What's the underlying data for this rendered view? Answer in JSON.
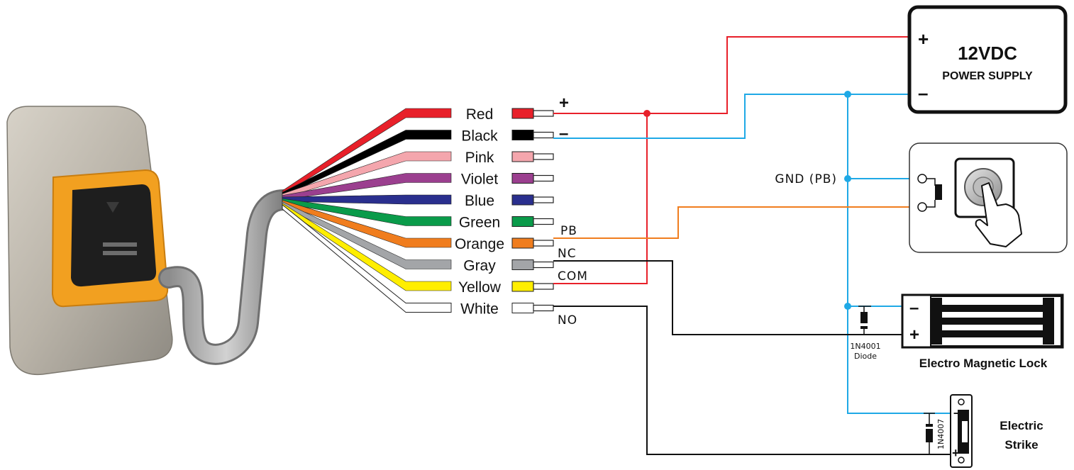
{
  "wires": [
    {
      "label": "Red",
      "color": "#e8202a"
    },
    {
      "label": "Black",
      "color": "#000000"
    },
    {
      "label": "Pink",
      "color": "#f4a6ad"
    },
    {
      "label": "Violet",
      "color": "#9b3f8f"
    },
    {
      "label": "Blue",
      "color": "#2a2f8e"
    },
    {
      "label": "Green",
      "color": "#0a9b4a"
    },
    {
      "label": "Orange",
      "color": "#f07d1e"
    },
    {
      "label": "Gray",
      "color": "#a3a5a8"
    },
    {
      "label": "Yellow",
      "color": "#ffee00"
    },
    {
      "label": "White",
      "color": "#ffffff"
    }
  ],
  "terminals": {
    "plus": "+",
    "minus": "–",
    "pb": "PB",
    "nc": "NC",
    "com": "COM",
    "no": "NO"
  },
  "power_supply": {
    "voltage": "12VDC",
    "label": "POWER SUPPLY",
    "plus": "+",
    "minus": "–"
  },
  "gnd_label": "GND (PB)",
  "maglock": {
    "label": "Electro Magnetic Lock",
    "minus": "–",
    "plus": "+",
    "diode_part": "1N4001",
    "diode_word": "Diode"
  },
  "strike": {
    "label_line1": "Electric",
    "label_line2": "Strike",
    "minus": "–",
    "plus": "+",
    "diode_part": "1N4007"
  },
  "colors": {
    "positive": "#e8202a",
    "negative": "#1fa9e6",
    "pushbutton": "#f07d1e",
    "signal": "#111111"
  }
}
